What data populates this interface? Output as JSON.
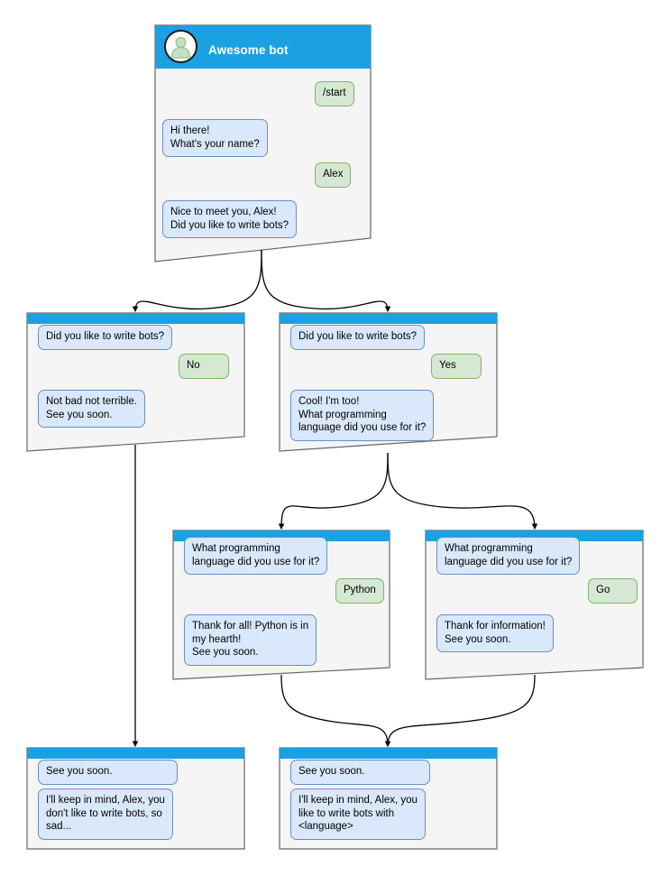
{
  "colors": {
    "header_bar": "#1ba1e2",
    "node_body": "#f5f5f5",
    "node_border": "#666666",
    "bot_bubble_fill": "#dae8fc",
    "bot_bubble_border": "#6c8ebf",
    "user_bubble_fill": "#d5e8d4",
    "user_bubble_border": "#82b366",
    "connector": "#000000",
    "avatar_glyph": "#9ac794"
  },
  "nodes": {
    "root": {
      "title": "Awesome bot",
      "avatar_icon": "person-avatar-icon",
      "messages": [
        {
          "role": "user",
          "text": "/start"
        },
        {
          "role": "bot",
          "text": "Hi there!\nWhat's your name?"
        },
        {
          "role": "user",
          "text": "Alex"
        },
        {
          "role": "bot",
          "text": "Nice to meet you, Alex!\nDid you like to write bots?"
        }
      ]
    },
    "no_branch": {
      "messages": [
        {
          "role": "bot",
          "text": "Did you like to write bots?"
        },
        {
          "role": "user",
          "text": "No"
        },
        {
          "role": "bot",
          "text": "Not bad not terrible.\nSee you soon."
        }
      ]
    },
    "yes_branch": {
      "messages": [
        {
          "role": "bot",
          "text": "Did you like to write bots?"
        },
        {
          "role": "user",
          "text": "Yes"
        },
        {
          "role": "bot",
          "text": "Cool! I'm too!\nWhat programming\nlanguage did you use for it?"
        }
      ]
    },
    "python_branch": {
      "messages": [
        {
          "role": "bot",
          "text": "What programming\nlanguage did you use for it?"
        },
        {
          "role": "user",
          "text": "Python"
        },
        {
          "role": "bot",
          "text": "Thank for all! Python is in\nmy hearth!\nSee you soon."
        }
      ]
    },
    "go_branch": {
      "messages": [
        {
          "role": "bot",
          "text": "What programming\nlanguage did you use for it?"
        },
        {
          "role": "user",
          "text": "Go"
        },
        {
          "role": "bot",
          "text": "Thank for information!\nSee you soon."
        }
      ]
    },
    "end_no": {
      "messages": [
        {
          "role": "bot",
          "text": "See you soon."
        },
        {
          "role": "bot",
          "text": "I'll keep in mind, Alex, you\ndon't like to write bots, so\nsad..."
        }
      ]
    },
    "end_yes": {
      "messages": [
        {
          "role": "bot",
          "text": "See you soon."
        },
        {
          "role": "bot",
          "text": "I'll keep in mind, Alex, you\nlike to write bots with\n<language>"
        }
      ]
    }
  }
}
